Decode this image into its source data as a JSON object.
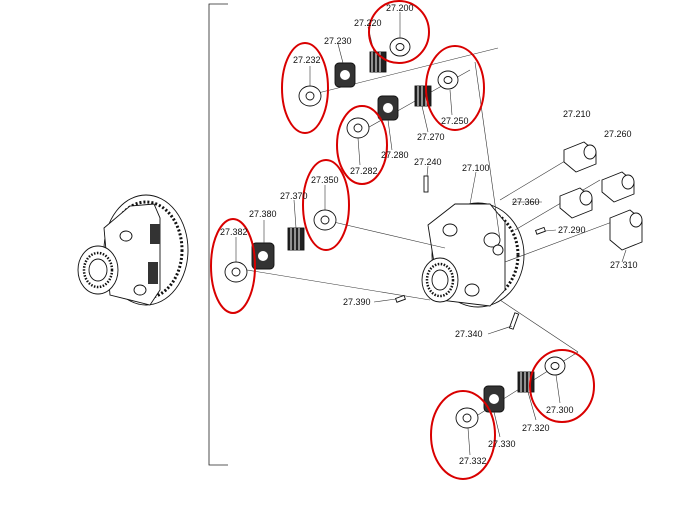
{
  "diagram": {
    "labels": {
      "l27200": "27.200",
      "l27220": "27.220",
      "l27230": "27.230",
      "l27232": "27.232",
      "l27250": "27.250",
      "l27270": "27.270",
      "l27280": "27.280",
      "l27282": "27.282",
      "l27240": "27.240",
      "l27100": "27.100",
      "l27210": "27.210",
      "l27260": "27.260",
      "l27360": "27.360",
      "l27290": "27.290",
      "l27310": "27.310",
      "l27350": "27.350",
      "l27370": "27.370",
      "l27380": "27.380",
      "l27382": "27.382",
      "l27390": "27.390",
      "l27340": "27.340",
      "l27300": "27.300",
      "l27320": "27.320",
      "l27330": "27.330",
      "l27332": "27.332"
    },
    "highlight_color": "#d90000",
    "highlighted_parts": [
      "27.200",
      "27.232",
      "27.250",
      "27.282",
      "27.350",
      "27.382",
      "27.300",
      "27.332"
    ]
  }
}
